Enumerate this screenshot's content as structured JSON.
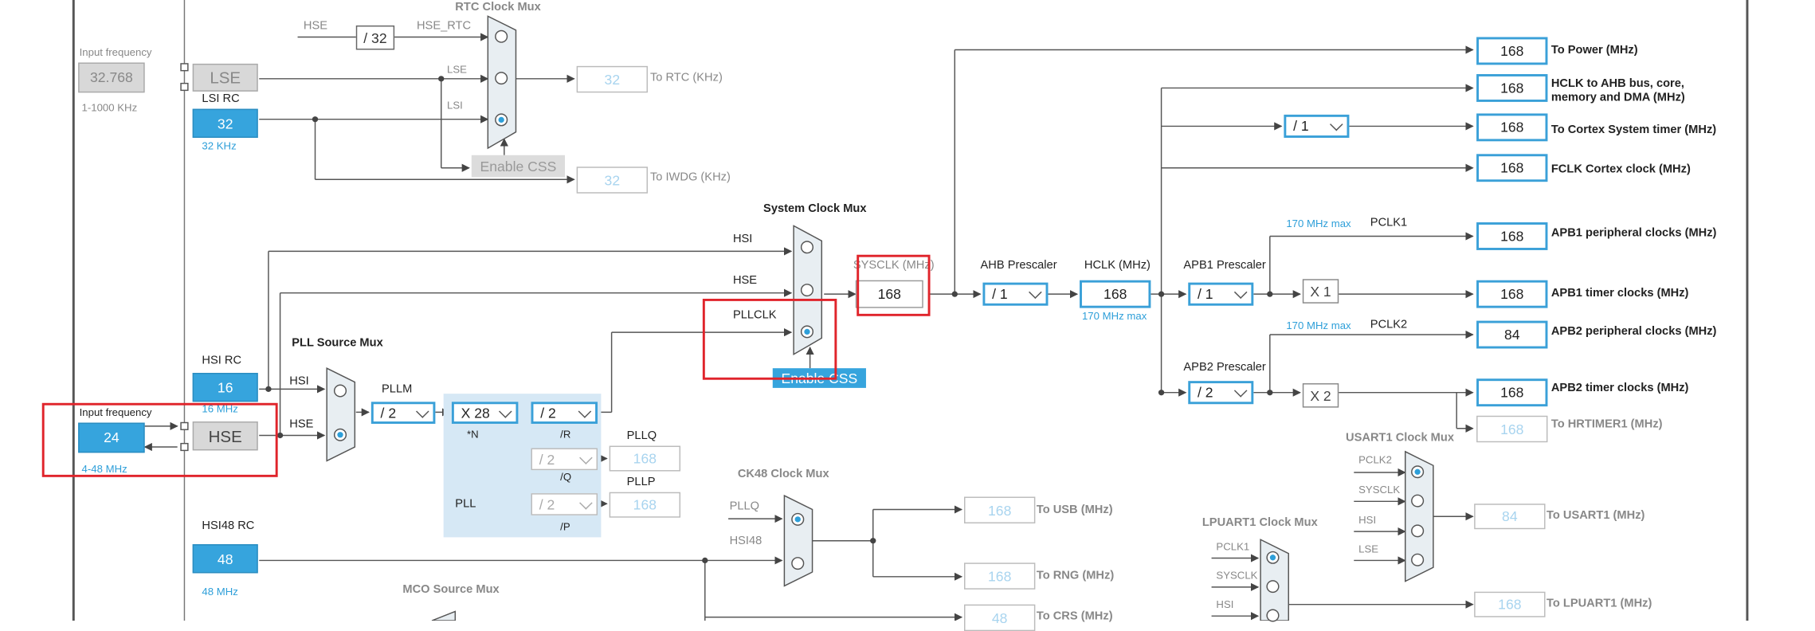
{
  "input_freq_label_top": "Input frequency",
  "lse_input_value": "32.768",
  "lse_range": "1-1000 KHz",
  "lse_label": "LSE",
  "lsi_rc_label": "LSI RC",
  "lsi_value": "32",
  "lsi_khz": "32 KHz",
  "rtc_mux_title": "RTC Clock Mux",
  "hse_label_top": "HSE",
  "hse_rtc_label": "HSE_RTC",
  "div32_label": "/ 32",
  "lse_line_label": "LSE",
  "lsi_line_label": "LSI",
  "rtc_value": "32",
  "to_rtc": "To RTC (KHz)",
  "enable_css_top": "Enable CSS",
  "iwdg_value": "32",
  "to_iwdg": "To IWDG (KHz)",
  "sys_mux_title": "System Clock Mux",
  "hsi_line": "HSI",
  "hse_line": "HSE",
  "pllclk_line": "PLLCLK",
  "enable_css_sys": "Enable CSS",
  "sysclk_label": "SYSCLK (MHz)",
  "sysclk_value": "168",
  "ahb_label": "AHB Prescaler",
  "ahb_value": "/ 1",
  "hclk_label": "HCLK (MHz)",
  "hclk_value": "168",
  "hclk_max": "170 MHz max",
  "apb1_label": "APB1 Prescaler",
  "apb1_value": "/ 1",
  "apb2_label": "APB2 Prescaler",
  "apb2_value": "/ 2",
  "x1_label": "X 1",
  "x2_label": "X 2",
  "cortex_div": "/ 1",
  "pclk1_max": "170 MHz max",
  "pclk1_label": "PCLK1",
  "pclk2_max": "170 MHz max",
  "pclk2_label": "PCLK2",
  "outputs": [
    {
      "value": "168",
      "label": "To Power (MHz)"
    },
    {
      "value": "168",
      "label": "HCLK to AHB bus, core,",
      "label2": "memory and DMA (MHz)"
    },
    {
      "value": "168",
      "label": "To Cortex System timer (MHz)"
    },
    {
      "value": "168",
      "label": "FCLK Cortex clock (MHz)"
    },
    {
      "value": "168",
      "label": "APB1 peripheral clocks (MHz)"
    },
    {
      "value": "168",
      "label": "APB1 timer clocks (MHz)"
    },
    {
      "value": "84",
      "label": "APB2 peripheral clocks (MHz)"
    },
    {
      "value": "168",
      "label": "APB2 timer clocks (MHz)"
    },
    {
      "value": "168",
      "label": "To HRTIMER1 (MHz)"
    }
  ],
  "hsi_rc_label": "HSI RC",
  "hsi_value": "16",
  "hsi_mhz": "16 MHz",
  "pll_src_title": "PLL Source Mux",
  "pll_hsi": "HSI",
  "pll_hse": "HSE",
  "input_freq_label_bottom": "Input frequency",
  "hse_input_value": "24",
  "hse_range": "4-48 MHz",
  "hse_box_label": "HSE",
  "pllm_label": "PLLM",
  "pllm_value": "/ 2",
  "plln_value": "X 28",
  "plln_label": "*N",
  "pllr_value": "/ 2",
  "pllr_label": "/R",
  "pllq_value": "/ 2",
  "pllq_label": "/Q",
  "pllp_value": "/ 2",
  "pllp_label": "/P",
  "pll_label": "PLL",
  "pllq_out_label": "PLLQ",
  "pllq_out_value": "168",
  "pllp_out_label": "PLLP",
  "pllp_out_value": "168",
  "ck48_title": "CK48 Clock Mux",
  "ck48_pllq": "PLLQ",
  "ck48_hsi48": "HSI48",
  "usb_value": "168",
  "to_usb": "To USB (MHz)",
  "rng_value": "168",
  "to_rng": "To RNG (MHz)",
  "crs_value": "48",
  "to_crs": "To CRS (MHz)",
  "hsi48_label": "HSI48 RC",
  "hsi48_value": "48",
  "hsi48_mhz": "48 MHz",
  "mco_title": "MCO Source Mux",
  "usart1_title": "USART1 Clock Mux",
  "usart1_in": [
    "PCLK2",
    "SYSCLK",
    "HSI",
    "LSE"
  ],
  "usart1_value": "84",
  "to_usart1": "To USART1 (MHz)",
  "lpuart1_title": "LPUART1 Clock Mux",
  "lpuart1_in": [
    "PCLK1",
    "SYSCLK",
    "HSI"
  ],
  "lpuart1_value": "168",
  "to_lpuart1": "To LPUART1 (MHz)"
}
